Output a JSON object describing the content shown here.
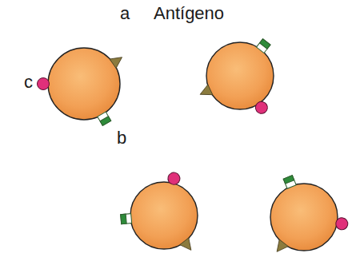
{
  "diagram": {
    "labels": [
      "a",
      "Antígeno",
      "c",
      "b"
    ]
  }
}
